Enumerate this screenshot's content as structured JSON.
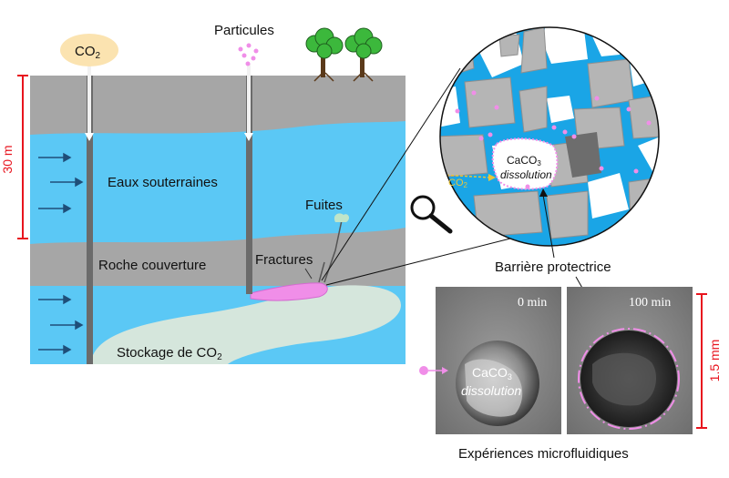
{
  "labels": {
    "co2_source": "CO",
    "co2_sub": "2",
    "particles": "Particules",
    "groundwater": "Eaux souterraines",
    "caprock": "Roche couverture",
    "storage": "Stockage de CO",
    "storage_sub": "2",
    "leaks": "Fuites",
    "fractures": "Fractures",
    "scale_depth": "30 m",
    "caco3": "CaCO",
    "caco3_sub": "3",
    "dissolution": "dissolution",
    "co2_inset": "CO",
    "co2_inset_sub": "2",
    "barrier": "Barrière protectrice",
    "time_0": "0 min",
    "time_100": "100 min",
    "scale_mm": "1.5 mm",
    "caco3_photo": "CaCO",
    "caco3_photo_sub": "3",
    "dissolution_photo": "dissolution",
    "experiments": "Expériences microfluidiques"
  },
  "icons": {
    "magnifier": "magnifier-icon",
    "trees": "tree-icon",
    "arrows": "flow-arrow-icon"
  },
  "colors": {
    "water": "#5bc8f5",
    "rock": "#a6a6a6",
    "storage": "#d5e6dc",
    "leak": "#f08ee8",
    "scale": "#e8141e",
    "co2_bubble": "#fbe3b0",
    "tree": "#3cb83c"
  }
}
